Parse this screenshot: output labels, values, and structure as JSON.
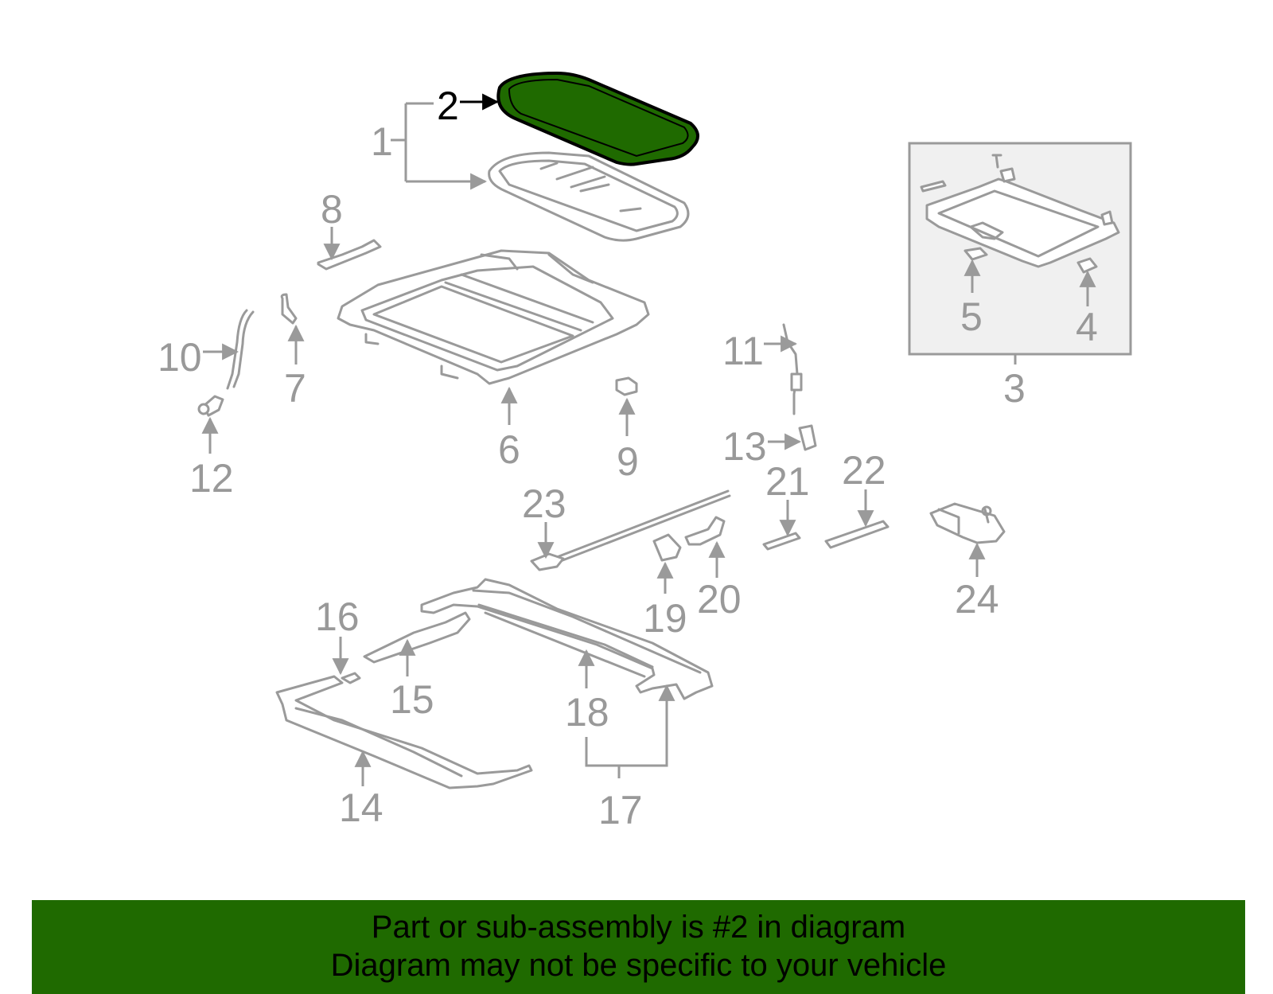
{
  "colors": {
    "highlight_fill": "#1f6a00",
    "banner_bg": "#1f6a00",
    "part_stroke": "#9a9a9a",
    "label_inactive": "#999999",
    "label_active": "#000000",
    "inset_bg": "#f0f0f0"
  },
  "diagram": {
    "highlighted_part": "2",
    "labels": {
      "l1": "1",
      "l2": "2",
      "l3": "3",
      "l4": "4",
      "l5": "5",
      "l6": "6",
      "l7": "7",
      "l8": "8",
      "l9": "9",
      "l10": "10",
      "l11": "11",
      "l12": "12",
      "l13": "13",
      "l14": "14",
      "l15": "15",
      "l16": "16",
      "l17": "17",
      "l18": "18",
      "l19": "19",
      "l20": "20",
      "l21": "21",
      "l22": "22",
      "l23": "23",
      "l24": "24"
    }
  },
  "banner": {
    "line1": "Part or sub-assembly is #2 in diagram",
    "line2": "Diagram may not be specific to your vehicle"
  }
}
